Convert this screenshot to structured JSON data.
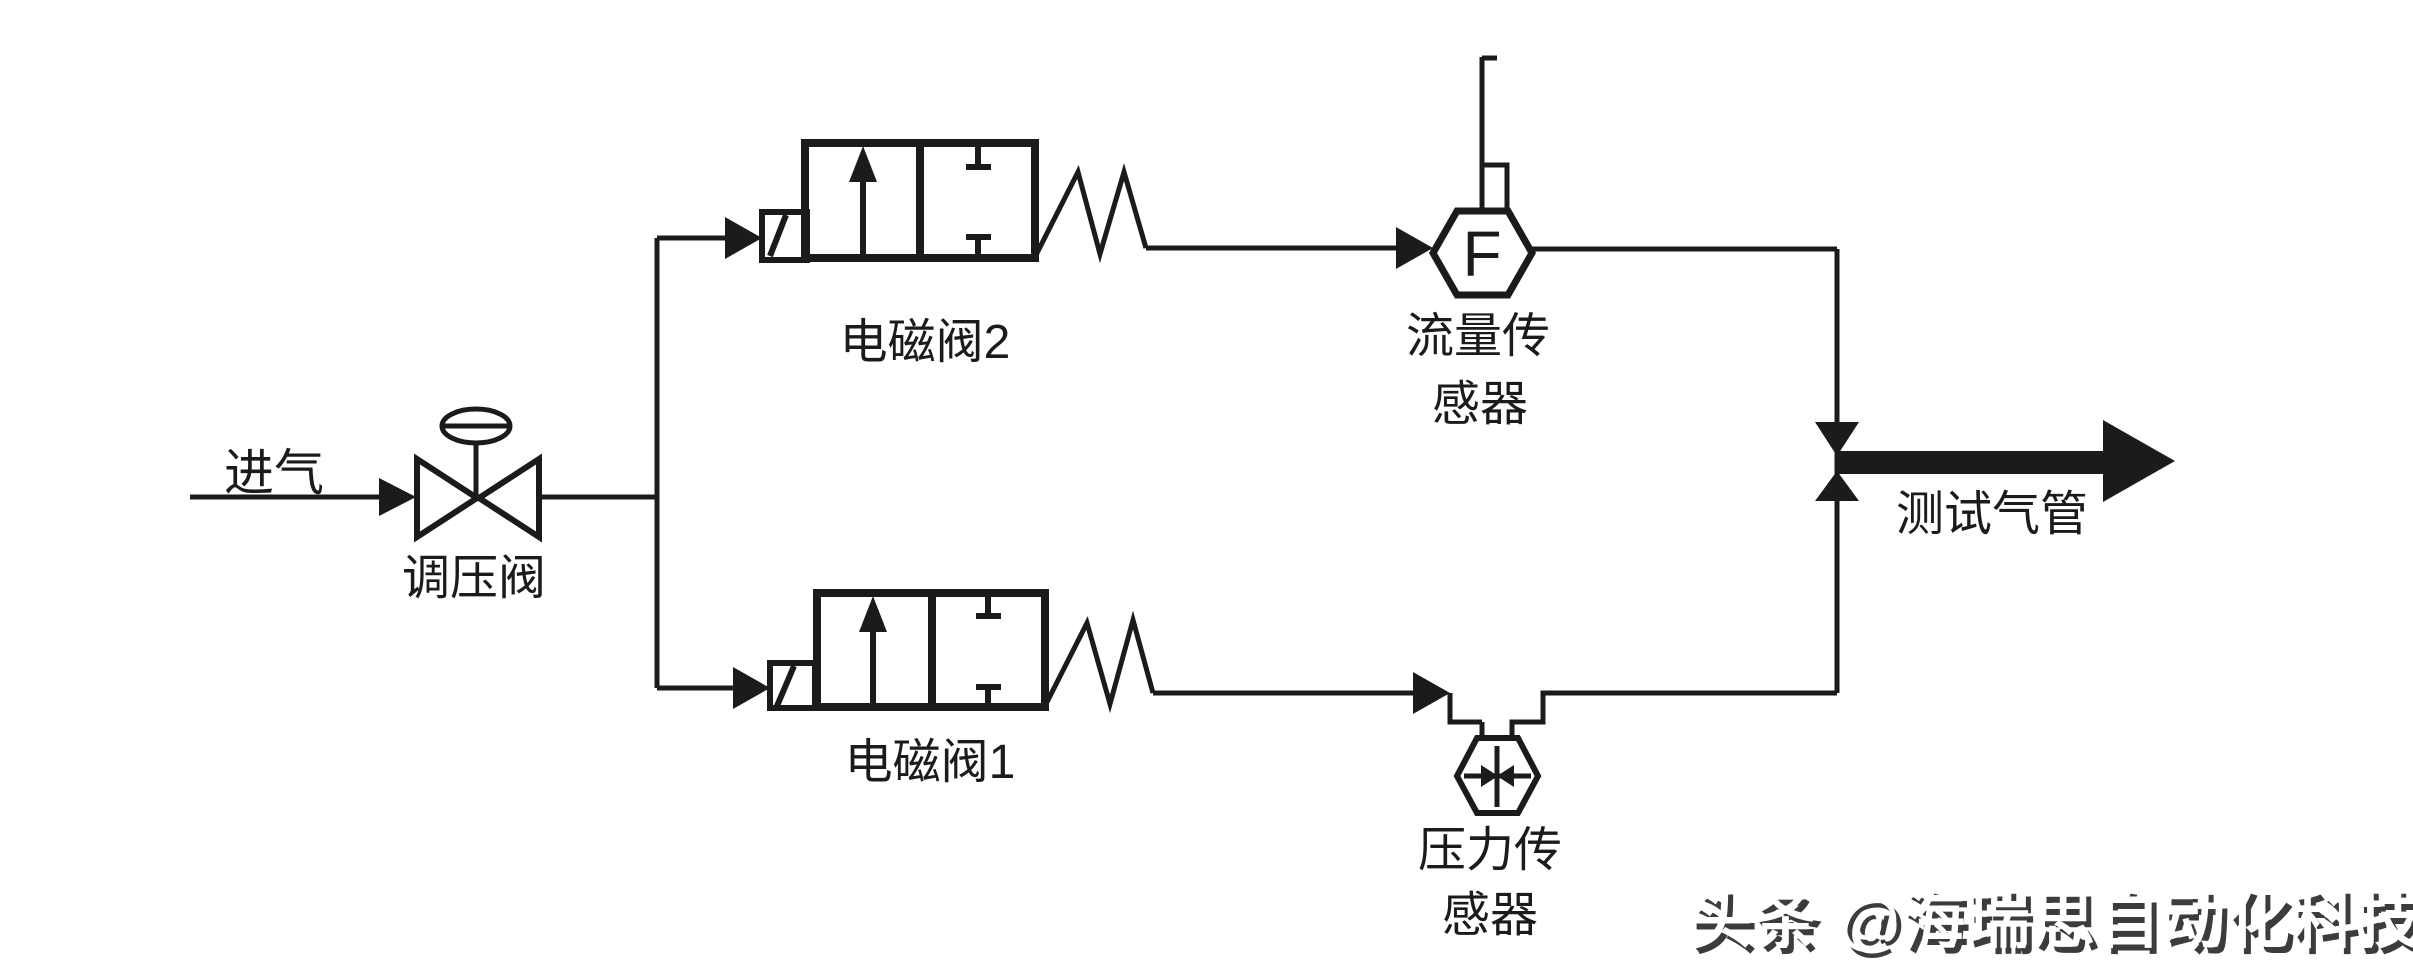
{
  "colors": {
    "background": "#ffffff",
    "line": "#1b1b1b",
    "watermark_shadow": "#3c3c3c",
    "watermark_face": "#ffffff"
  },
  "diagram": {
    "title_hint": "pneumatic-test-circuit",
    "inlet_label": "进气",
    "regulator_label": "调压阀",
    "solenoid2_label": "电磁阀2",
    "solenoid1_label": "电磁阀1",
    "flow_sensor_symbol": "F",
    "flow_sensor_label_line1": "流量传",
    "flow_sensor_label_line2": "感器",
    "pressure_sensor_label_line1": "压力传",
    "pressure_sensor_label_line2": "感器",
    "outlet_label": "测试气管"
  },
  "watermark": {
    "text": "头条 @海瑞思自动化科技"
  }
}
